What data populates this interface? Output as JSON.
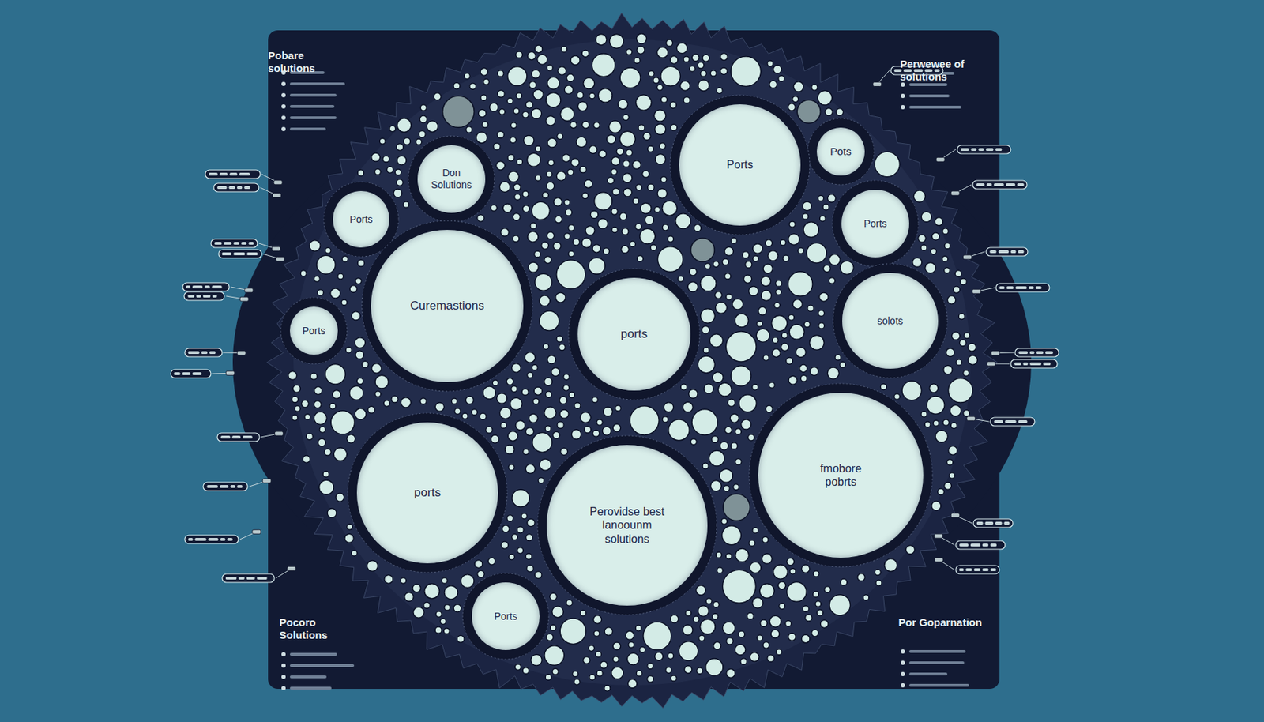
{
  "diagram": {
    "nodes": [
      {
        "text": [
          "Pots"
        ]
      },
      {
        "text": [
          "Ports"
        ]
      },
      {
        "text": [
          "Don Solutions"
        ]
      },
      {
        "text": [
          "Ports"
        ]
      },
      {
        "text": [
          "Ports"
        ]
      },
      {
        "text": [
          "Curemastions"
        ]
      },
      {
        "text": [
          "solots"
        ]
      },
      {
        "text": [
          "Ports"
        ]
      },
      {
        "text": [
          "ports"
        ]
      },
      {
        "text": [
          "fmobore pobrts"
        ]
      },
      {
        "text": [
          "ports"
        ]
      },
      {
        "text": [
          "Perovidse best lanoounm solutions"
        ]
      },
      {
        "text": [
          "Ports"
        ]
      }
    ],
    "labels": [
      "Pobare solutions",
      "Perwewee of solutions",
      "Pocoro Solutions",
      "Por Goparnation"
    ]
  }
}
